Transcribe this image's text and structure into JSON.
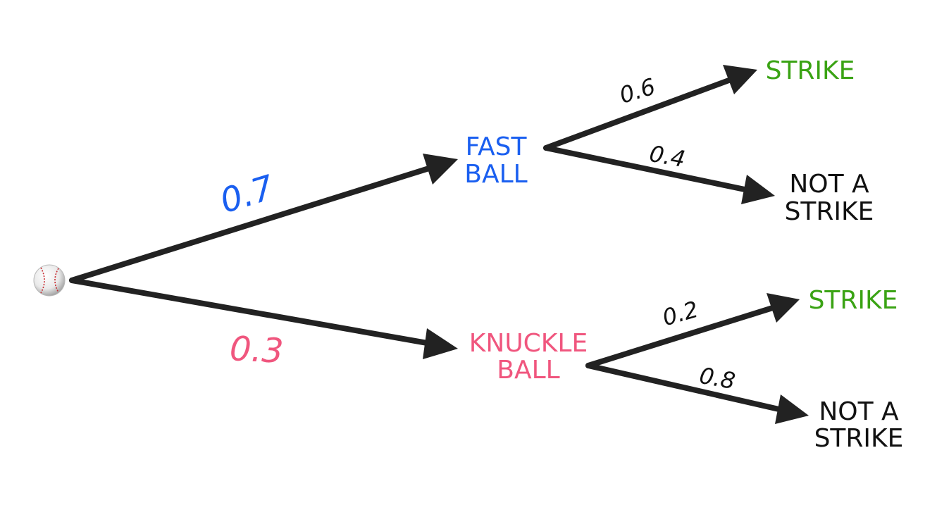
{
  "colors": {
    "arrow": "#222222",
    "fastball": "#1a5ff0",
    "knuckleball": "#f0567e",
    "strike": "#3aa314",
    "not_strike": "#111111",
    "branch_prob": "#111111"
  },
  "root": {
    "icon": "baseball-icon"
  },
  "nodes": {
    "fastball": {
      "line1": "FAST",
      "line2": "BALL"
    },
    "knuckleball": {
      "line1": "KNUCKLE",
      "line2": "BALL"
    },
    "fast_strike": {
      "line1": "STRIKE"
    },
    "fast_not_strike": {
      "line1": "NOT A",
      "line2": "STRIKE"
    },
    "knuckle_strike": {
      "line1": "STRIKE"
    },
    "knuckle_not_strike": {
      "line1": "NOT A",
      "line2": "STRIKE"
    }
  },
  "probabilities": {
    "fastball": "0.7",
    "knuckleball": "0.3",
    "fast_strike": "0.6",
    "fast_not_strike": "0.4",
    "knuckle_strike": "0.2",
    "knuckle_not_strike": "0.8"
  }
}
